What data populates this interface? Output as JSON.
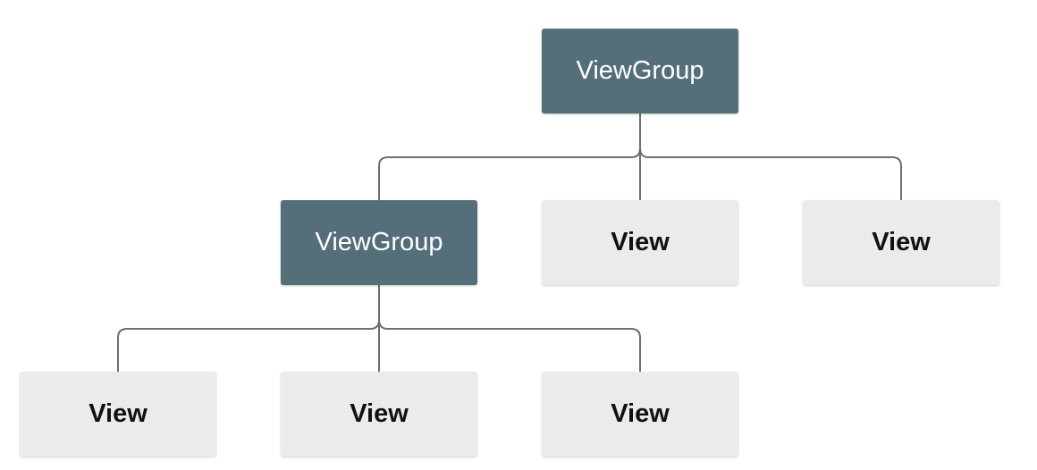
{
  "diagram": {
    "root": {
      "label": "ViewGroup"
    },
    "level1": [
      {
        "label": "ViewGroup"
      },
      {
        "label": "View"
      },
      {
        "label": "View"
      }
    ],
    "level2": [
      {
        "label": "View"
      },
      {
        "label": "View"
      },
      {
        "label": "View"
      }
    ]
  },
  "colors": {
    "group_fill": "#546f7a",
    "group_text": "#ffffff",
    "leaf_fill": "#ebebeb",
    "leaf_text": "#111111",
    "connector": "#6e6e6e"
  }
}
